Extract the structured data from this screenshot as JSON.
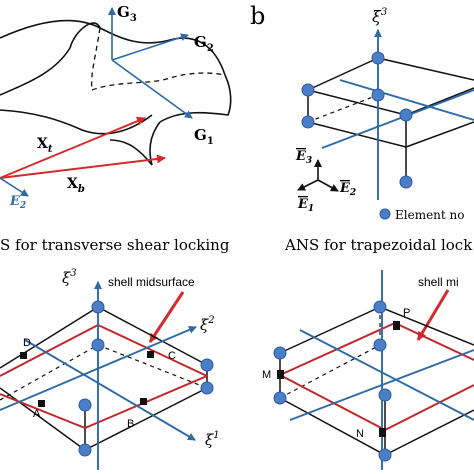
{
  "colors": {
    "blue_axis": "#2e6aa8",
    "red_vec": "#d42a2a",
    "node_fill": "#4a7fc8",
    "node_stroke": "#2c5aa0",
    "black": "#111111"
  },
  "panel_a": {
    "G3": "G",
    "G3_sub": "3",
    "G2": "G",
    "G2_sub": "2",
    "G1": "G",
    "G1_sub": "1",
    "Xt": "X",
    "Xt_sub": "t",
    "Xb": "X",
    "Xb_sub": "b",
    "E2": "E",
    "E2_sub": "2"
  },
  "panel_b": {
    "tag": "b",
    "xi3": "ξ",
    "xi3_sup": "3",
    "E3": "E",
    "E3_sub": "3",
    "E2": "E",
    "E2_sub": "2",
    "E1": "E",
    "E1_sub": "1",
    "legend_label": "Element no"
  },
  "panel_c": {
    "title": "S for transverse shear locking",
    "shell_midsurface": "shell midsurface",
    "xi3": "ξ",
    "xi3_sup": "3",
    "xi2": "ξ",
    "xi2_sup": "2",
    "xi1": "ξ",
    "xi1_sup": "1",
    "point_A": "A",
    "point_B": "B",
    "point_C": "C",
    "point_D": "D"
  },
  "panel_d": {
    "title": "ANS for trapezoidal lock",
    "shell_midsurface": "shell mi",
    "point_M": "M",
    "point_N": "N",
    "point_P": "P"
  }
}
